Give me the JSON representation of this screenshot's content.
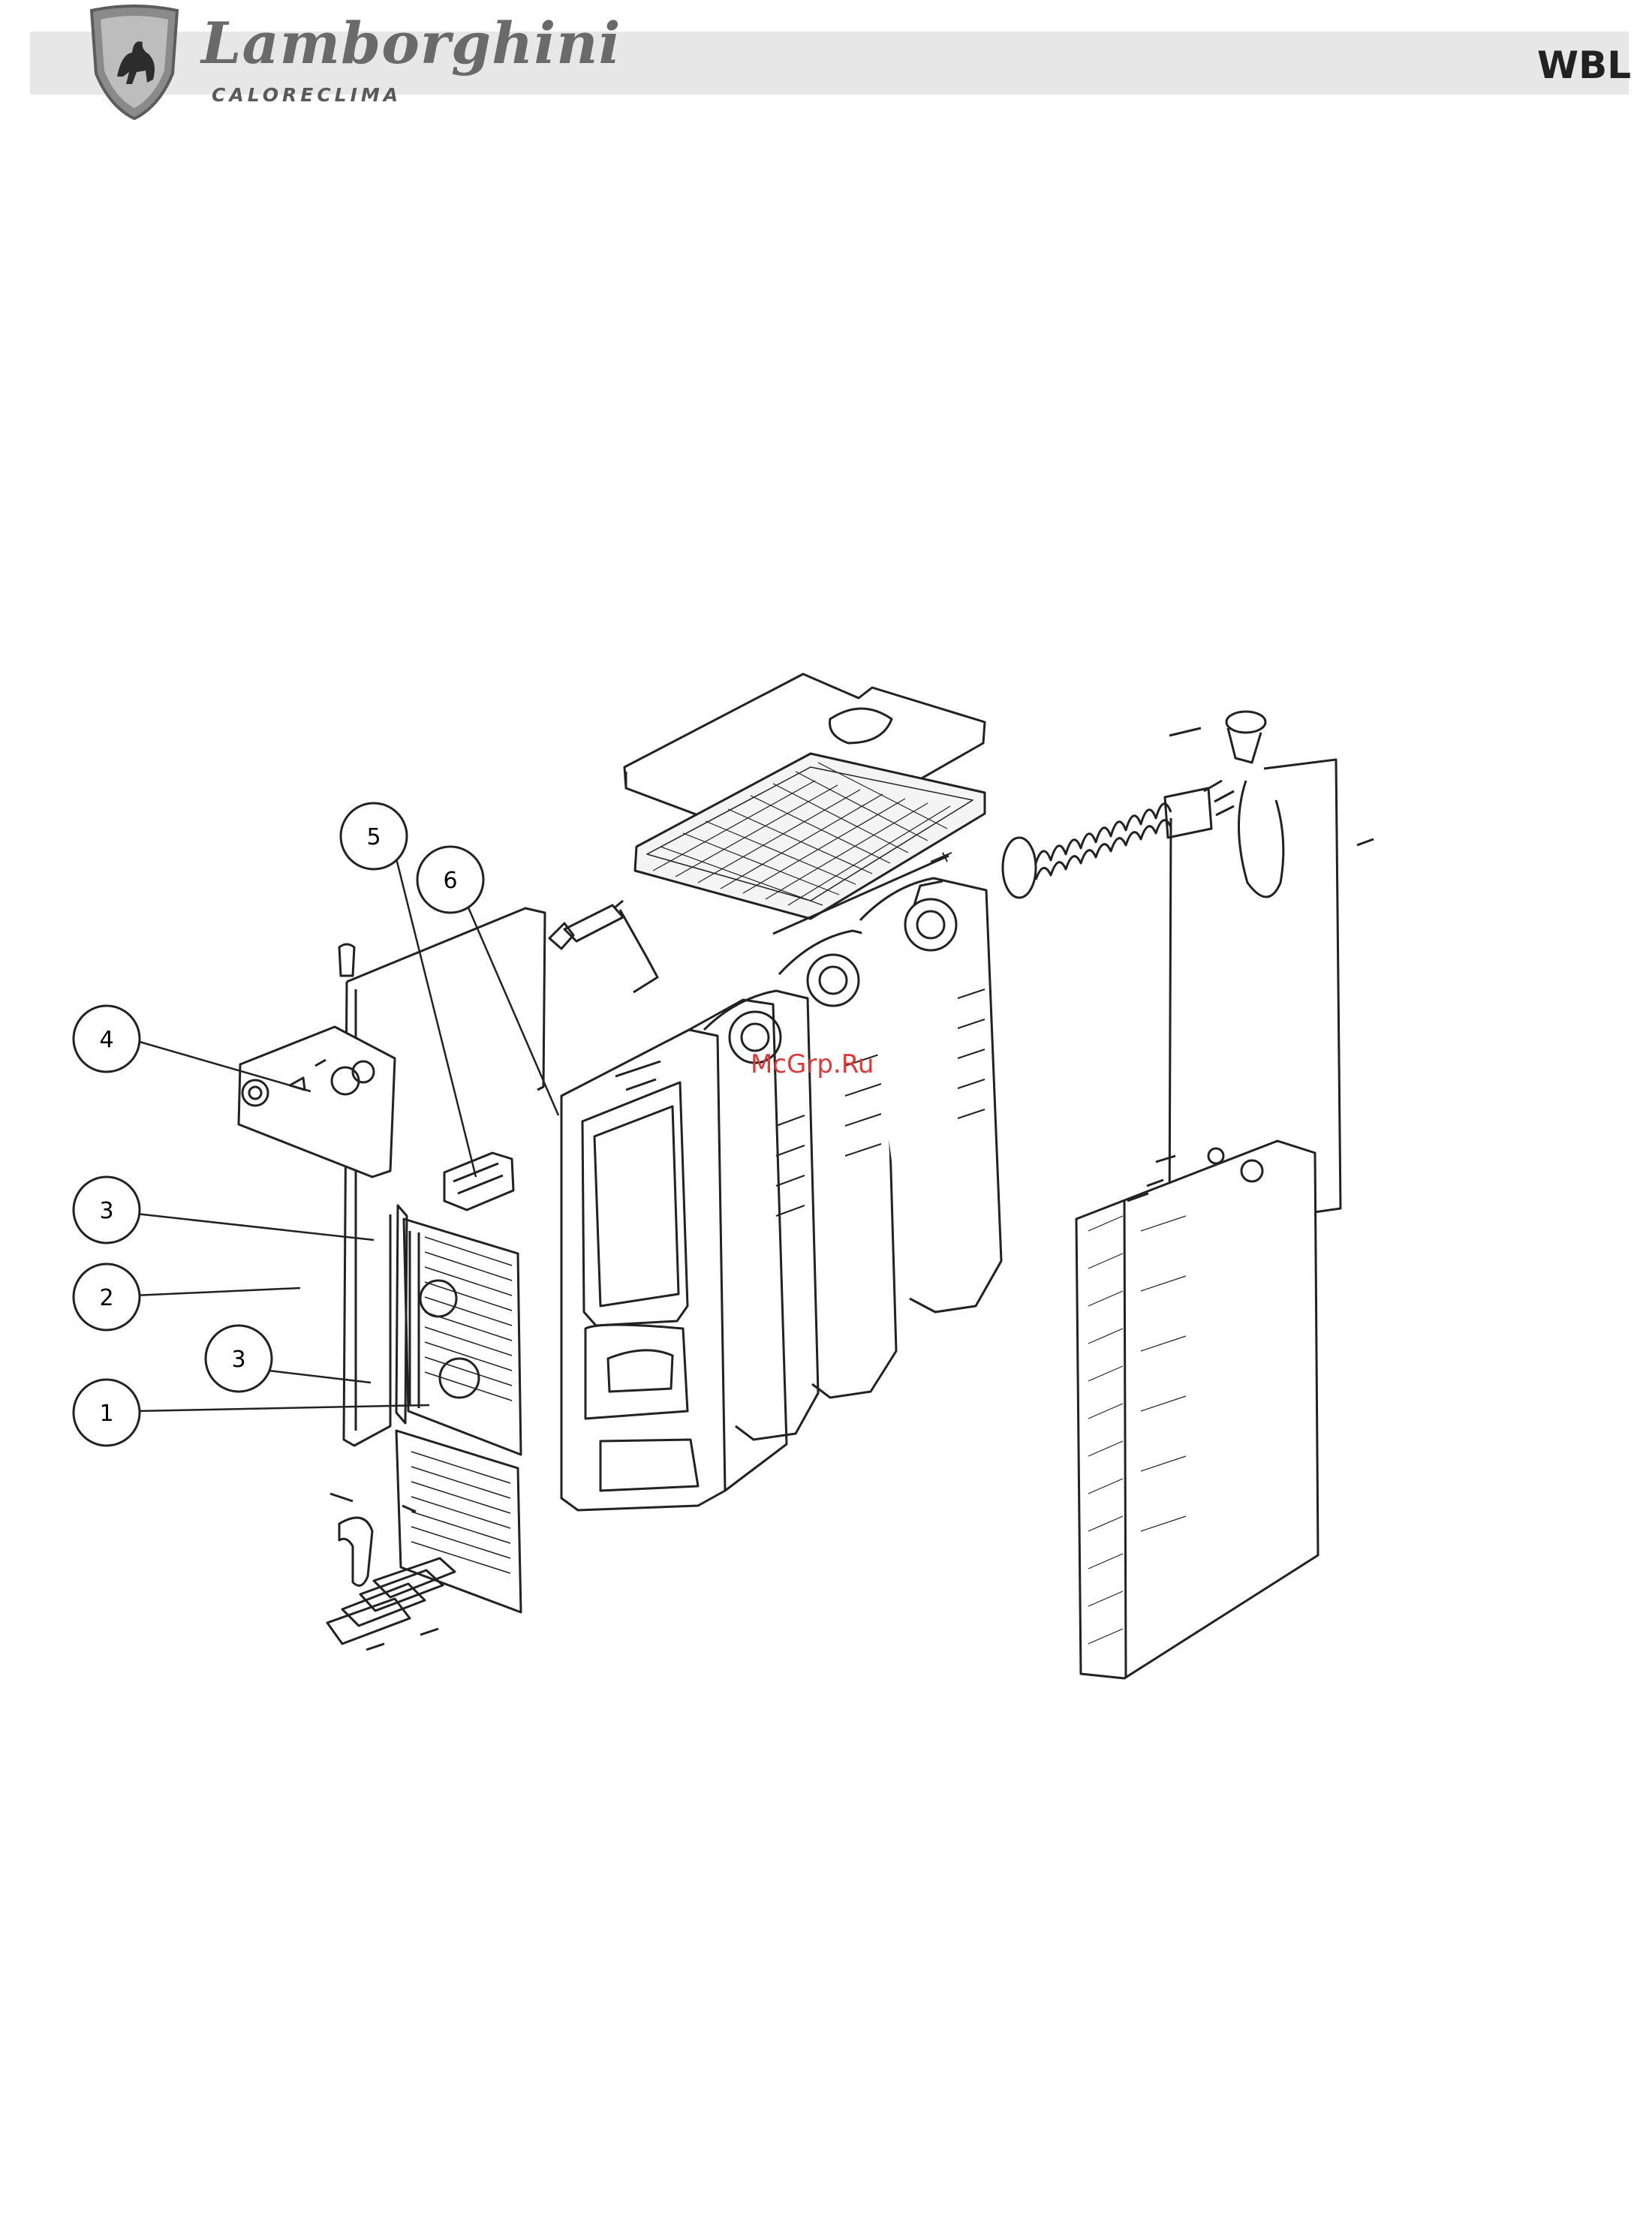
{
  "header": {
    "brand": "Lamborghini",
    "brand_sub": "CALORECLIMA",
    "model": "WBL"
  },
  "logo": {
    "icon": "lamborghini-bull-shield-icon"
  },
  "diagram": {
    "callouts": [
      "1",
      "2",
      "3",
      "3",
      "4",
      "5",
      "6"
    ]
  },
  "watermark": "McGrp.Ru",
  "colors": {
    "line": "#222222",
    "header_bg": "#e7e7e7",
    "watermark": "#d93a3a"
  }
}
